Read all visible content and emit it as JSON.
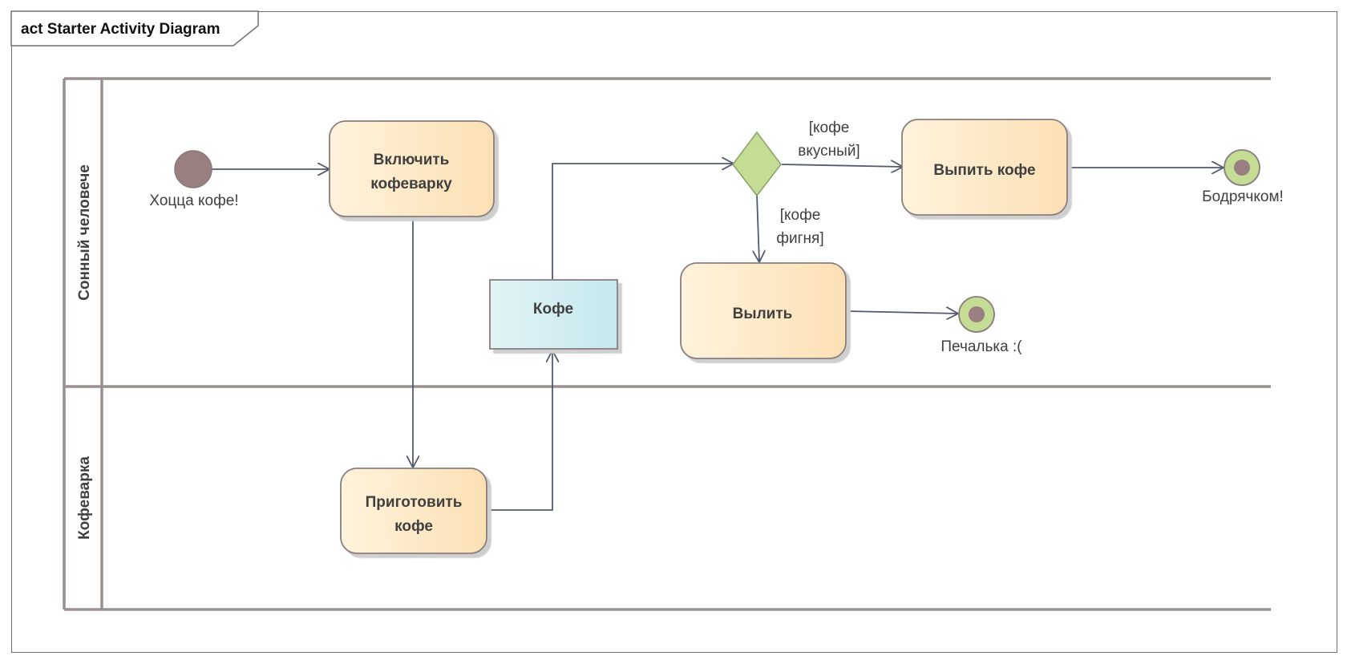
{
  "diagram": {
    "frame_title": "act Starter Activity Diagram",
    "lanes": [
      {
        "label": "Сонный человече"
      },
      {
        "label": "Кофеварка"
      }
    ],
    "initial_node": {
      "label": "Хоцца кофе!"
    },
    "actions": {
      "turn_on": {
        "lines": [
          "Включить",
          "кофеварку"
        ]
      },
      "brew": {
        "lines": [
          "Приготовить",
          "кофе"
        ]
      },
      "drink": {
        "lines": [
          "Выпить кофе"
        ]
      },
      "pour_out": {
        "lines": [
          "Вылить"
        ]
      }
    },
    "object_node": {
      "label": "Кофе"
    },
    "guards": {
      "tasty": {
        "lines": [
          "[кофе",
          "вкусный]"
        ]
      },
      "bad": {
        "lines": [
          "[кофе",
          "фигня]"
        ]
      }
    },
    "final_nodes": {
      "happy": {
        "label": "Бодрячком!"
      },
      "sad": {
        "label": "Печалька :("
      }
    }
  },
  "colors": {
    "action_fill_light": "#fff3dc",
    "action_fill_dark": "#fbe0b4",
    "action_stroke": "#8a7d7d",
    "object_fill_light": "#e2f4f6",
    "object_fill_dark": "#c5e8ee",
    "decision_fill": "#c5dc94",
    "final_ring": "#c5dc94",
    "node_dot": "#9a7f80",
    "edge": "#525a6e",
    "lane_line": "#9a9090"
  }
}
